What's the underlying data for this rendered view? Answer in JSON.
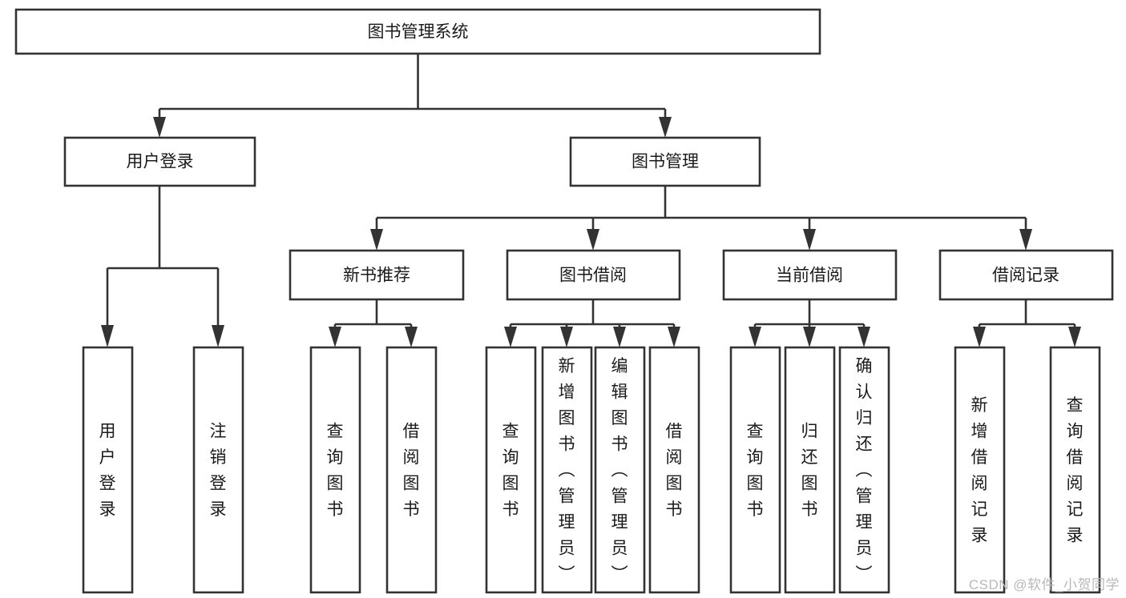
{
  "diagram": {
    "title": "图书管理系统",
    "type": "hierarchy-tree",
    "colors": {
      "box_stroke": "#333333",
      "box_fill": "#ffffff",
      "text": "#1a1a1a",
      "watermark": "#b8b8b8",
      "background": "#ffffff"
    },
    "root": {
      "label": "图书管理系统",
      "orientation": "horizontal"
    },
    "level2": [
      {
        "id": "user-login",
        "label": "用户登录",
        "orientation": "horizontal"
      },
      {
        "id": "book-management",
        "label": "图书管理",
        "orientation": "horizontal"
      }
    ],
    "level3": [
      {
        "id": "new-book-recommend",
        "label": "新书推荐",
        "orientation": "horizontal",
        "parent": "book-management"
      },
      {
        "id": "book-borrow",
        "label": "图书借阅",
        "orientation": "horizontal",
        "parent": "book-management"
      },
      {
        "id": "current-borrow",
        "label": "当前借阅",
        "orientation": "horizontal",
        "parent": "book-management"
      },
      {
        "id": "borrow-record",
        "label": "借阅记录",
        "orientation": "horizontal",
        "parent": "book-management"
      }
    ],
    "leaves": {
      "user-login": [
        {
          "id": "leaf-user-login",
          "label": "用户登录",
          "orientation": "vertical",
          "align": "center"
        },
        {
          "id": "leaf-user-logout",
          "label": "注销登录",
          "orientation": "vertical",
          "align": "center"
        }
      ],
      "new-book-recommend": [
        {
          "id": "leaf-query-book-1",
          "label": "查询图书",
          "orientation": "vertical",
          "align": "center"
        },
        {
          "id": "leaf-borrow-book-1",
          "label": "借阅图书",
          "orientation": "vertical",
          "align": "center"
        }
      ],
      "book-borrow": [
        {
          "id": "leaf-query-book-2",
          "label": "查询图书",
          "orientation": "vertical",
          "align": "center"
        },
        {
          "id": "leaf-add-book-admin",
          "label": "新增图书（管理员）",
          "orientation": "vertical",
          "align": "top"
        },
        {
          "id": "leaf-edit-book-admin",
          "label": "编辑图书（管理员）",
          "orientation": "vertical",
          "align": "top"
        },
        {
          "id": "leaf-borrow-book-2",
          "label": "借阅图书",
          "orientation": "vertical",
          "align": "center"
        }
      ],
      "current-borrow": [
        {
          "id": "leaf-query-book-3",
          "label": "查询图书",
          "orientation": "vertical",
          "align": "center"
        },
        {
          "id": "leaf-return-book",
          "label": "归还图书",
          "orientation": "vertical",
          "align": "center"
        },
        {
          "id": "leaf-confirm-return-admin",
          "label": "确认归还（管理员）",
          "orientation": "vertical",
          "align": "top"
        }
      ],
      "borrow-record": [
        {
          "id": "leaf-add-borrow-record",
          "label": "新增借阅记录",
          "orientation": "vertical",
          "align": "center"
        },
        {
          "id": "leaf-query-borrow-record",
          "label": "查询借阅记录",
          "orientation": "vertical",
          "align": "center"
        }
      ]
    },
    "watermark": "CSDN @软件_小贺同学"
  }
}
